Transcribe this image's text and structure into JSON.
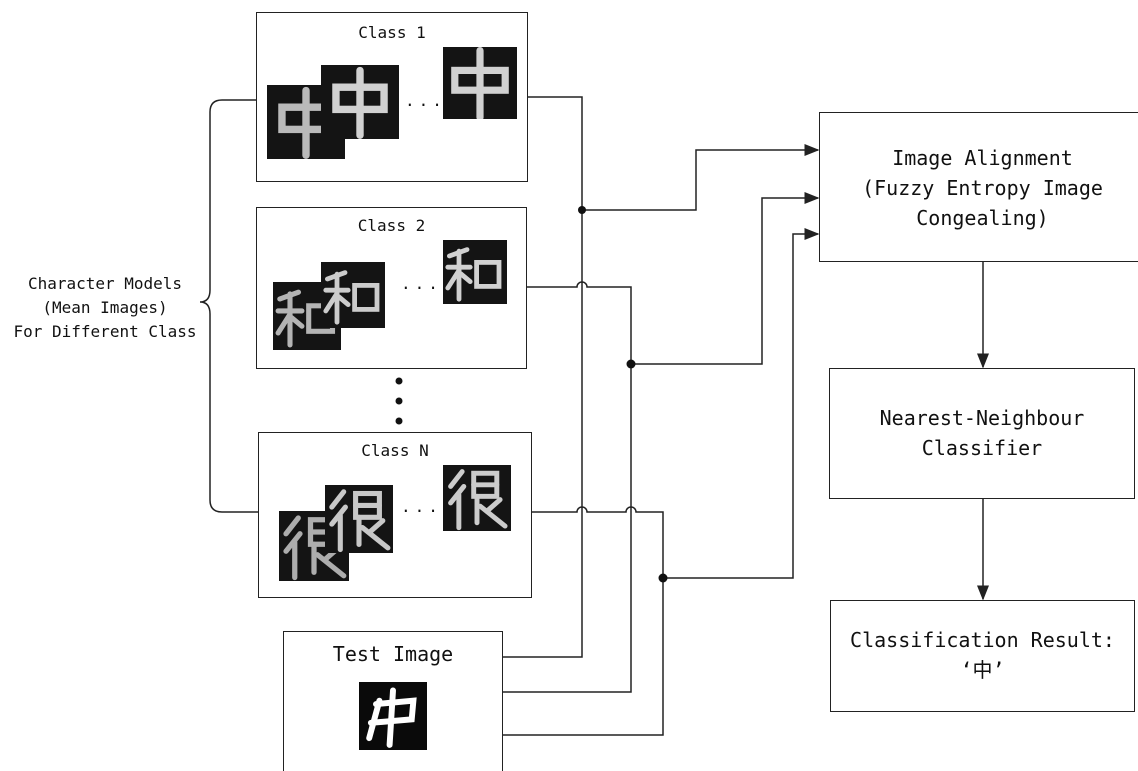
{
  "side_label": {
    "line1": "Character Models",
    "line2": "(Mean Images)",
    "line3": "For Different Class"
  },
  "classes": [
    {
      "label": "Class 1",
      "glyph": "zhong"
    },
    {
      "label": "Class 2",
      "glyph": "he"
    },
    {
      "label": "Class N",
      "glyph": "hen"
    }
  ],
  "ellipsis": "...",
  "test_image": {
    "label": "Test Image",
    "glyph": "zhong"
  },
  "alignment": {
    "line1": "Image Alignment",
    "line2": "(Fuzzy Entropy Image",
    "line3": "Congealing)"
  },
  "classifier": {
    "line1": "Nearest-Neighbour",
    "line2": "Classifier"
  },
  "result": {
    "line1": "Classification Result:",
    "line2": "‘中’"
  }
}
